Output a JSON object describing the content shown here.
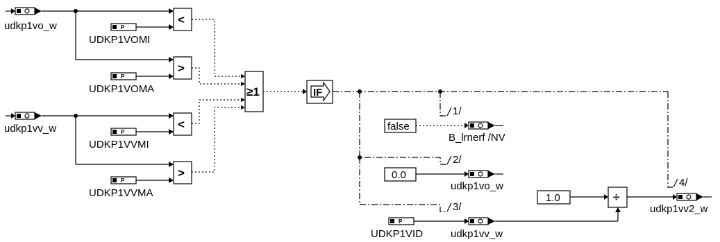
{
  "signals": {
    "in_vo": "udkp1vo_w",
    "in_vv": "udkp1vv_w",
    "p_vomi": "UDKP1VOMI",
    "p_voma": "UDKP1VOMA",
    "p_vvmi": "UDKP1VVMI",
    "p_vvma": "UDKP1VVMA",
    "p_vid": "UDKP1VID",
    "out_b": "B_lrnerf /NV",
    "out_vo": "udkp1vo_w",
    "out_vv": "udkp1vv_w",
    "out_vv2": "udkp1vv2_w"
  },
  "blocks": {
    "lt": "<",
    "gt": ">",
    "or": "≥1",
    "if": "IF",
    "div": "÷"
  },
  "constants": {
    "c_false": "false",
    "c_zero": "0.0",
    "c_one": "1.0"
  },
  "branches": {
    "b1": "1/",
    "b2": "2/",
    "b3": "3/",
    "b4": "4/"
  }
}
